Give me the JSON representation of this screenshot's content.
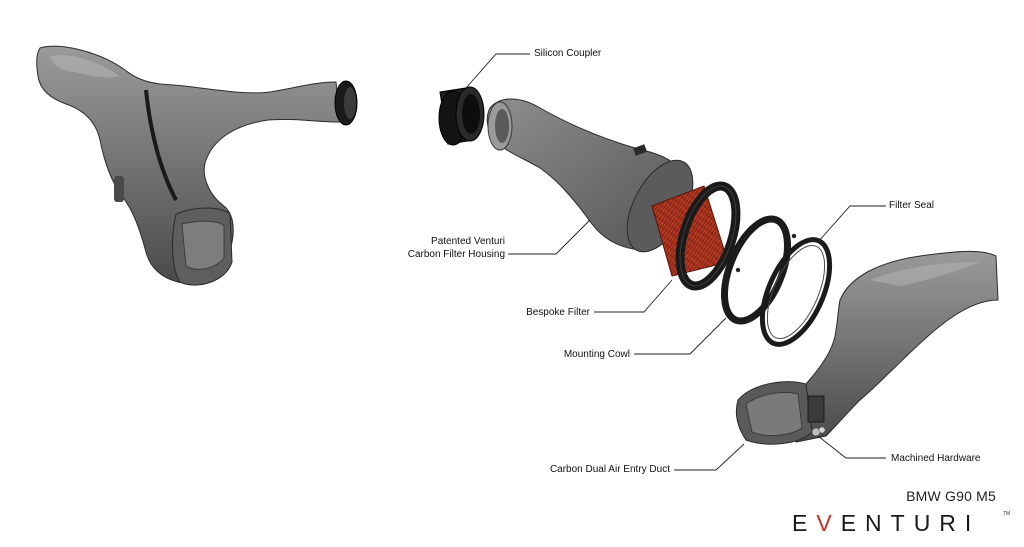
{
  "labels": {
    "silicon_coupler": "Silicon Coupler",
    "filter_housing_line1": "Patented Venturi",
    "filter_housing_line2": "Carbon Filter Housing",
    "filter_seal": "Filter Seal",
    "bespoke_filter": "Bespoke Filter",
    "mounting_cowl": "Mounting Cowl",
    "machined_hardware": "Machined Hardware",
    "dual_air_entry_duct": "Carbon Dual Air Entry Duct"
  },
  "model": "BMW G90 M5",
  "brand": {
    "part1": "E",
    "part2": "V",
    "part3": "ENTURI",
    "tm": "TM"
  },
  "colors": {
    "part_gray": "#6e6e6e",
    "part_dark": "#3a3a3a",
    "filter_red": "#b5331f",
    "rubber_black": "#1b1b1b",
    "accent_red": "#c9302c"
  }
}
